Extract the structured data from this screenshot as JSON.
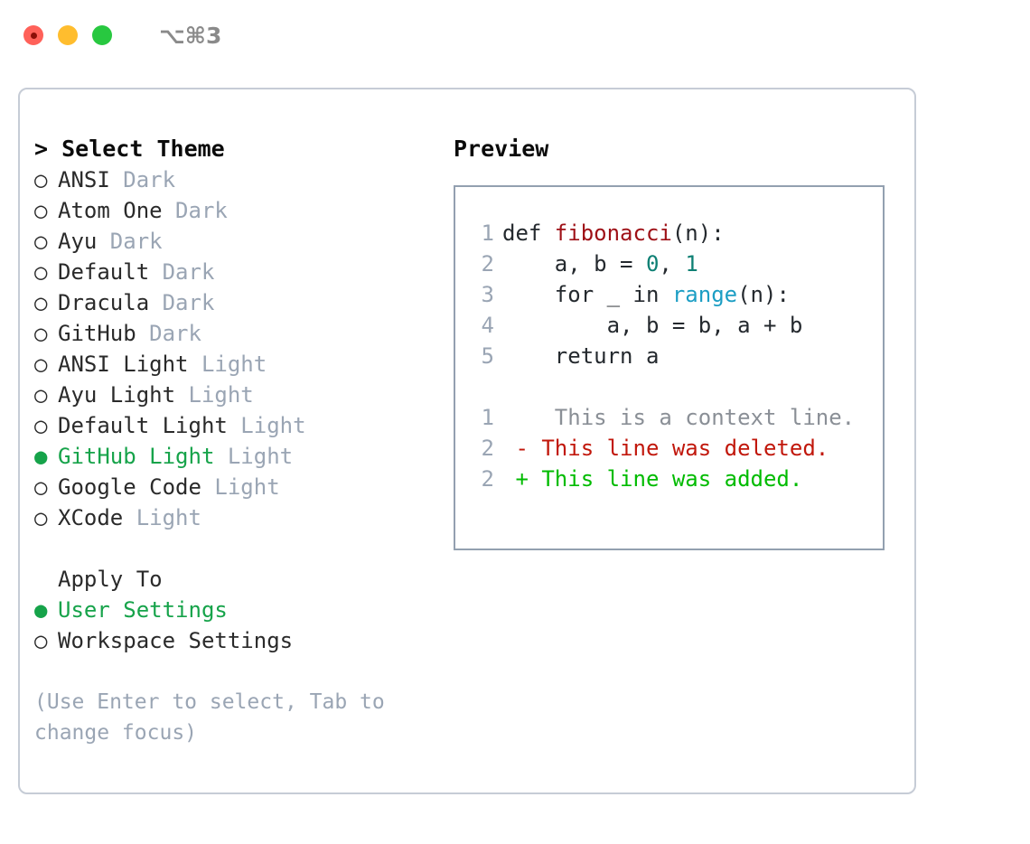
{
  "window": {
    "shortcut": "⌥⌘3",
    "traffic_lights": [
      "close-button",
      "minimize-button",
      "maximize-button"
    ],
    "colors": {
      "close": "#ff6159",
      "minimize": "#ffbd2e",
      "maximize": "#28c840",
      "accent_green": "#16a34a",
      "muted": "#9aa5b4",
      "border": "#c6ccd6",
      "preview_border": "#93a0b0"
    }
  },
  "theme_list": {
    "header": "> Select Theme",
    "items": [
      {
        "marker": "○",
        "label": "ANSI",
        "tag": "Dark",
        "selected": false
      },
      {
        "marker": "○",
        "label": "Atom One",
        "tag": "Dark",
        "selected": false
      },
      {
        "marker": "○",
        "label": "Ayu",
        "tag": "Dark",
        "selected": false
      },
      {
        "marker": "○",
        "label": "Default",
        "tag": "Dark",
        "selected": false
      },
      {
        "marker": "○",
        "label": "Dracula",
        "tag": "Dark",
        "selected": false
      },
      {
        "marker": "○",
        "label": "GitHub",
        "tag": "Dark",
        "selected": false
      },
      {
        "marker": "○",
        "label": "ANSI Light",
        "tag": "Light",
        "selected": false
      },
      {
        "marker": "○",
        "label": "Ayu Light",
        "tag": "Light",
        "selected": false
      },
      {
        "marker": "○",
        "label": "Default Light",
        "tag": "Light",
        "selected": false
      },
      {
        "marker": "●",
        "label": "GitHub Light",
        "tag": "Light",
        "selected": true
      },
      {
        "marker": "○",
        "label": "Google Code",
        "tag": "Light",
        "selected": false
      },
      {
        "marker": "○",
        "label": "XCode",
        "tag": "Light",
        "selected": false
      }
    ]
  },
  "apply_to": {
    "header": "Apply To",
    "items": [
      {
        "marker": "●",
        "label": "User Settings",
        "selected": true
      },
      {
        "marker": "○",
        "label": "Workspace Settings",
        "selected": false
      }
    ]
  },
  "hint": "(Use Enter to select, Tab to change focus)",
  "preview": {
    "title": "Preview",
    "code_lines": [
      {
        "no": "1",
        "tokens": [
          {
            "t": "def ",
            "c": "kw"
          },
          {
            "t": "fibonacci",
            "c": "fn"
          },
          {
            "t": "(n):",
            "c": "plain"
          }
        ]
      },
      {
        "no": "2",
        "tokens": [
          {
            "t": "    a, b = ",
            "c": "plain"
          },
          {
            "t": "0",
            "c": "num"
          },
          {
            "t": ", ",
            "c": "plain"
          },
          {
            "t": "1",
            "c": "num"
          }
        ]
      },
      {
        "no": "3",
        "tokens": [
          {
            "t": "    for _ in ",
            "c": "kw"
          },
          {
            "t": "range",
            "c": "call"
          },
          {
            "t": "(n):",
            "c": "plain"
          }
        ]
      },
      {
        "no": "4",
        "tokens": [
          {
            "t": "        a, b = b, a + b",
            "c": "plain"
          }
        ]
      },
      {
        "no": "5",
        "tokens": [
          {
            "t": "    return a",
            "c": "kw"
          }
        ]
      }
    ],
    "diff_lines": [
      {
        "no": "1",
        "sign": " ",
        "text": "  This is a context line.",
        "kind": "ctx"
      },
      {
        "no": "2",
        "sign": "-",
        "text": " This line was deleted.",
        "kind": "del"
      },
      {
        "no": "2",
        "sign": "+",
        "text": " This line was added.",
        "kind": "add"
      }
    ]
  }
}
